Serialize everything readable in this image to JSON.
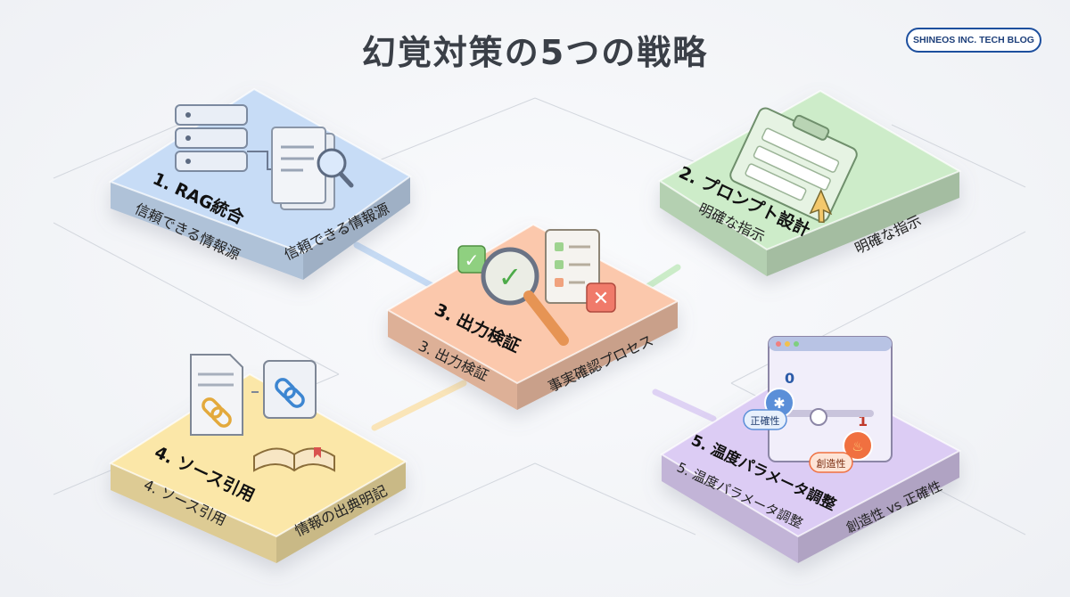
{
  "header": {
    "title": "幻覚対策の5つの戦略",
    "brand": "SHINEOS INC. TECH BLOG"
  },
  "colors": {
    "blue": "#c7dcf6",
    "green": "#cdecc9",
    "orange": "#fbc8ac",
    "yellow": "#fbe7a8",
    "purple": "#dcccf4",
    "connector_blue": "#b9d3f2",
    "connector_green": "#bfe8bc",
    "connector_yellow": "#fbe0a8",
    "connector_purple": "#d8c8f2"
  },
  "strategies": [
    {
      "id": "rag",
      "title": "1. RAG統合",
      "left_text": "信頼できる情報源",
      "right_text": "信頼できる情報源",
      "icon": "database-document-search-icon"
    },
    {
      "id": "prompt",
      "title": "2. プロンプト設計",
      "left_text": "明確な指示",
      "right_text": "明確な指示",
      "icon": "clipboard-cursor-icon"
    },
    {
      "id": "verify",
      "title": "3. 出力検証",
      "left_text": "3. 出力検証",
      "right_text": "事実確認プロセス",
      "icon": "magnifier-checklist-icon",
      "check_mark": "✓",
      "cross_mark": "✕"
    },
    {
      "id": "source",
      "title": "4. ソース引用",
      "left_text": "4. ソース引用",
      "right_text": "情報の出典明記",
      "icon": "document-link-book-icon"
    },
    {
      "id": "temperature",
      "title": "5. 温度パラメータ調整",
      "left_text": "5. 温度パラメータ調整",
      "right_text": "創造性 vs 正確性",
      "icon": "temperature-slider-icon",
      "slider_min": "0",
      "slider_max": "1",
      "label_low": "正確性",
      "label_high": "創造性"
    }
  ]
}
